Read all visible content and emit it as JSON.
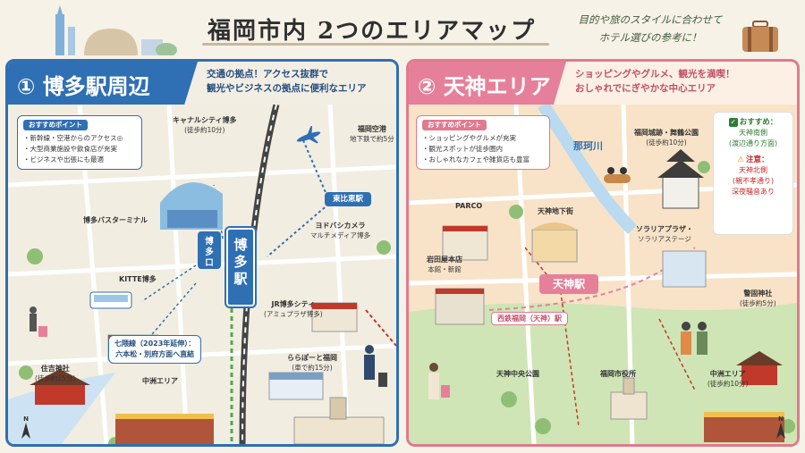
{
  "header": {
    "title": "福岡市内 2つのエリアマップ",
    "tagline": [
      "目的や旅のスタイルに合わせて",
      "ホテル選びの参考に！"
    ]
  },
  "hakata": {
    "number": "①",
    "title": "博多駅周辺",
    "description": [
      "交通の拠点！アクセス抜群で",
      "観光やビジネスの拠点に便利なエリア"
    ],
    "points_header": "おすすめポイント",
    "points": [
      "・新幹線・空港からのアクセス◎",
      "・大型商業施設や飲食店が充実",
      "・ビジネスや出張にも最適"
    ],
    "station_main": [
      "博",
      "多",
      "駅"
    ],
    "station_side": [
      "博",
      "多",
      "口"
    ],
    "station_east": "東比恵駅",
    "landmarks": {
      "canal_city": {
        "name": "キャナルシティ博多",
        "sub": "(徒歩約10分)"
      },
      "airport": {
        "name": "福岡空港",
        "sub": "地下鉄で約5分"
      },
      "bus_terminal": {
        "name": "博多バスターミナル"
      },
      "yodobashi": {
        "name": "ヨドバシカメラ",
        "sub": "マルチメディア博多"
      },
      "kitte": {
        "name": "KITTE博多"
      },
      "jr_city": {
        "name": "JR博多シティ",
        "sub": "(アミュプラザ博多)"
      },
      "nanakuma": {
        "name": "七隈線（2023年延伸）：",
        "sub": "六本松・別府方面へ直結"
      },
      "sumiyoshi": {
        "name": "住吉神社",
        "sub": "(徒歩約15分)"
      },
      "nakasu": {
        "name": "中洲エリア"
      },
      "lalaport": {
        "name": "ららぽーと福岡",
        "sub": "(車で約15分)"
      }
    },
    "north": "N"
  },
  "tenjin": {
    "number": "②",
    "title": "天神エリア",
    "description": [
      "ショッピングやグルメ、観光を満喫！",
      "おしゃれでにぎやかな中心エリア"
    ],
    "points_header": "おすすめポイント",
    "points": [
      "・ショッピングやグルメが充実",
      "・観光スポットが徒歩圏内",
      "・おしゃれなカフェや雑貨店も豊富"
    ],
    "river": "那珂川",
    "station": "天神駅",
    "nishitetsu": "西鉄福岡（天神）駅",
    "landmarks": {
      "castle": {
        "name": "福岡城跡・舞鶴公園",
        "sub": "(徒歩約10分)"
      },
      "parco": {
        "name": "PARCO"
      },
      "underground": {
        "name": "天神地下街"
      },
      "solaria": {
        "name": "ソラリアプラザ・",
        "sub": "ソラリアステージ"
      },
      "iwataya": {
        "name": "岩田屋本店",
        "sub": "本館・新館"
      },
      "keigo": {
        "name": "警固神社",
        "sub": "(徒歩約5分)"
      },
      "central_park": {
        "name": "天神中央公園"
      },
      "city_hall": {
        "name": "福岡市役所"
      },
      "nakasu": {
        "name": "中洲エリア",
        "sub": "(徒歩約10分)"
      }
    },
    "recommend": {
      "ok_label": "おすすめ：",
      "ok_values": [
        "天神南側",
        "(渡辺通り方面)"
      ],
      "ng_label": "注意：",
      "ng_values": [
        "天神北側",
        "(親不孝通り)",
        "深夜騒音あり"
      ]
    },
    "north": "N"
  },
  "colors": {
    "hakata_blue": "#2f6fb3",
    "tenjin_pink": "#e6809a",
    "green_ok": "#2e7d32",
    "red_warn": "#c62828"
  }
}
